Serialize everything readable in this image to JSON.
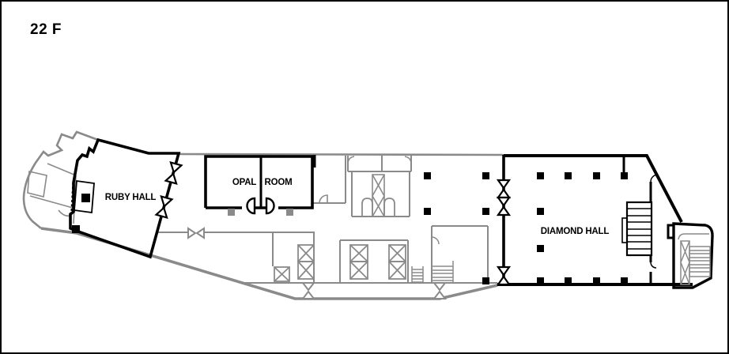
{
  "page": {
    "floor_label": "22 F"
  },
  "colors": {
    "wall": "#000000",
    "shell": "#8a8a8a",
    "background": "#ffffff"
  },
  "rooms": {
    "ruby_hall": {
      "label": "RUBY HALL"
    },
    "opal_left": {
      "label": "OPAL"
    },
    "opal_right": {
      "label": "ROOM"
    },
    "diamond_hall": {
      "label": "DIAMOND HALL"
    }
  },
  "symbols": {
    "double_door": "double-door-icon",
    "swing_door": "door-swing-icon",
    "elevator": "elevator-icon",
    "escalator": "escalator-icon",
    "stairs": "stairs-icon",
    "column": "column-marker",
    "stage": "stage-steps"
  }
}
